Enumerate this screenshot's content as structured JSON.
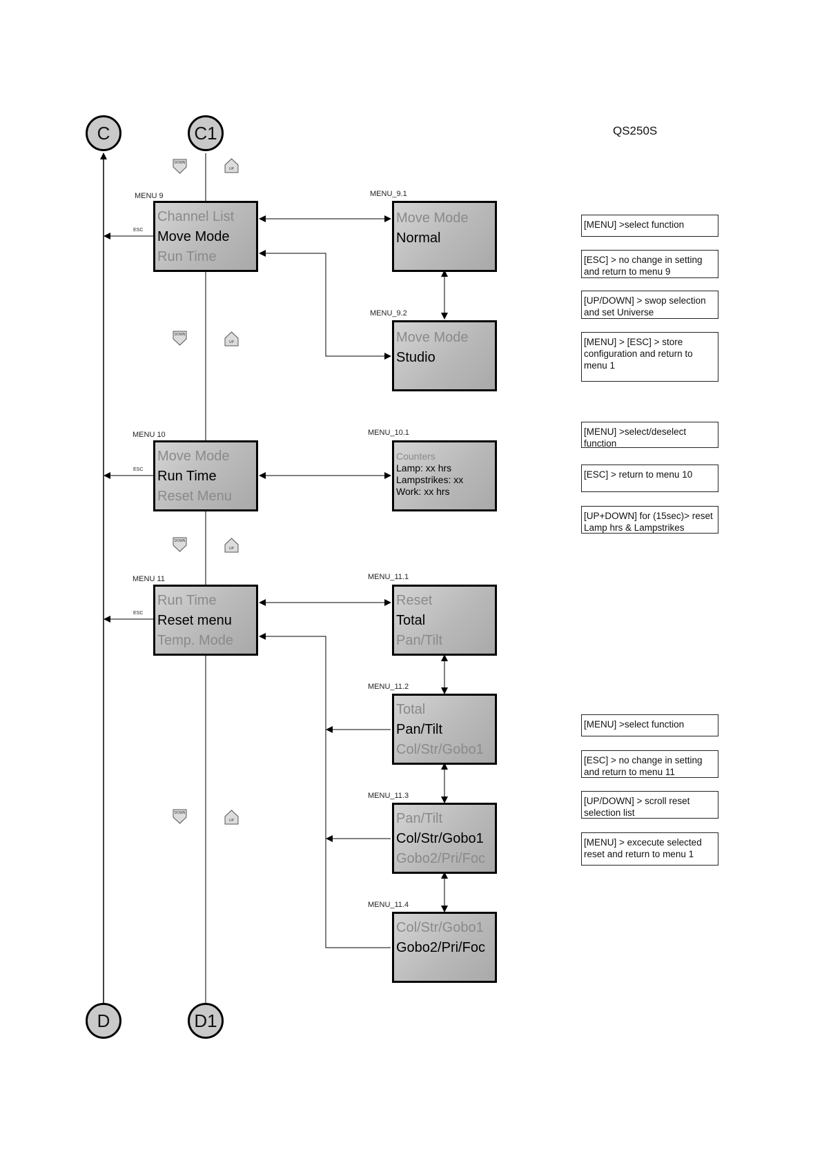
{
  "title": "QS250S",
  "nodes": {
    "c": "C",
    "c1": "C1",
    "d": "D",
    "d1": "D1"
  },
  "esc_label": "ESC",
  "keys": {
    "down": "DOWN",
    "up": "UP"
  },
  "menus": {
    "m9": {
      "id": "MENU 9",
      "lines": [
        "Channel List",
        "Move Mode",
        "Run Time"
      ]
    },
    "m9_1": {
      "id": "MENU_9.1",
      "lines": [
        "Move Mode",
        "Normal"
      ]
    },
    "m9_2": {
      "id": "MENU_9.2",
      "lines": [
        "Move Mode",
        "Studio"
      ]
    },
    "m10": {
      "id": "MENU 10",
      "lines": [
        "Move Mode",
        "Run Time",
        "Reset Menu"
      ]
    },
    "m10_1": {
      "id": "MENU_10.1",
      "lines": [
        "Counters",
        "Lamp:  xx hrs",
        "Lampstrikes:  xx",
        "Work:  xx hrs"
      ]
    },
    "m11": {
      "id": "MENU 11",
      "lines": [
        "Run Time",
        "Reset menu",
        "Temp. Mode"
      ]
    },
    "m11_1": {
      "id": "MENU_11.1",
      "lines": [
        "Reset",
        "Total",
        "Pan/Tilt"
      ]
    },
    "m11_2": {
      "id": "MENU_11.2",
      "lines": [
        "Total",
        "Pan/Tilt",
        "Col/Str/Gobo1"
      ]
    },
    "m11_3": {
      "id": "MENU_11.3",
      "lines": [
        "Pan/Tilt",
        "Col/Str/Gobo1",
        "Gobo2/Pri/Foc"
      ]
    },
    "m11_4": {
      "id": "MENU_11.4",
      "lines": [
        "Col/Str/Gobo1",
        "Gobo2/Pri/Foc"
      ]
    }
  },
  "notes": [
    "[MENU] >select function",
    "[ESC] > no change in setting and return to menu 9",
    "[UP/DOWN] > swop selection and set Universe",
    "[MENU] > [ESC] > store configuration and return to menu 1",
    "[MENU] >select/deselect function",
    "[ESC] > return to menu 10",
    "[UP+DOWN] for (15sec)> reset Lamp hrs & Lampstrikes",
    "[MENU] >select function",
    "[ESC] > no change in setting and return to menu 11",
    "[UP/DOWN] > scroll reset selection list",
    "[MENU] > excecute selected reset and return to menu 1"
  ]
}
